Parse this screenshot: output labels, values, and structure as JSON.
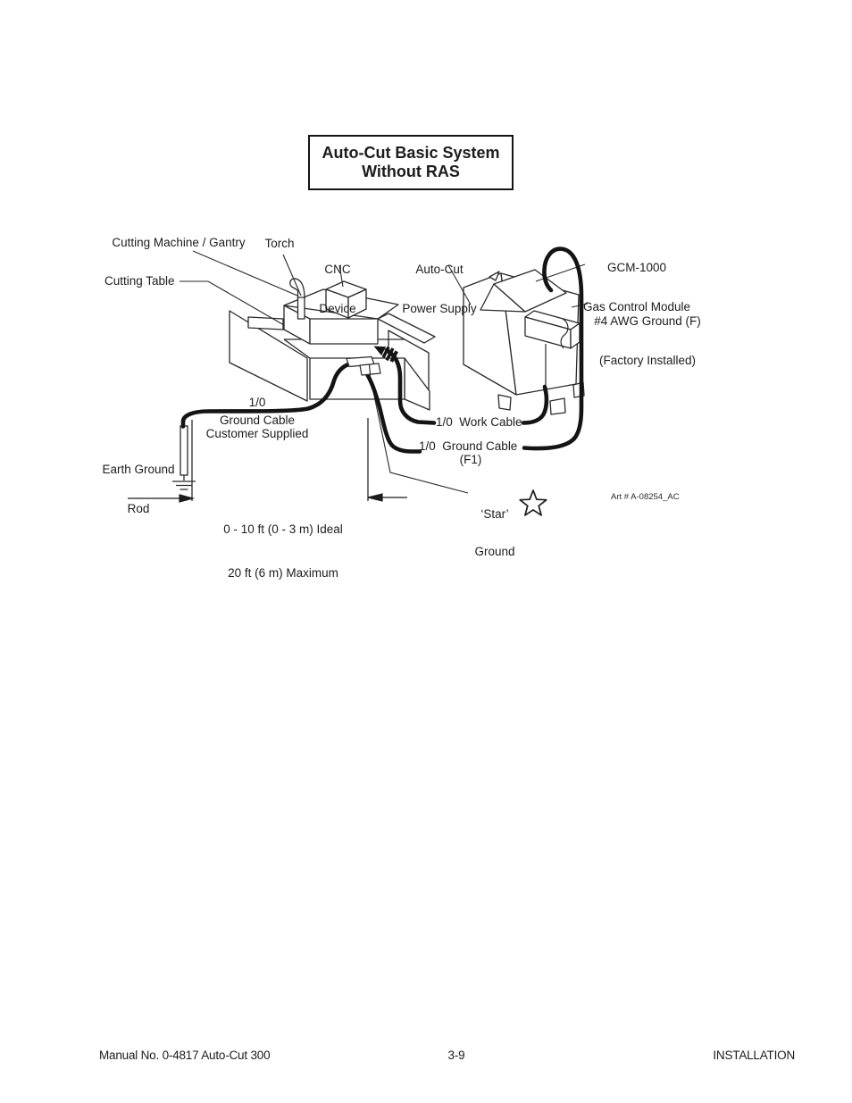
{
  "title": {
    "line1": "Auto-Cut Basic System",
    "line2": "Without RAS"
  },
  "labels": {
    "cutting_machine_gantry": "Cutting Machine / Gantry",
    "torch": "Torch",
    "cnc_device": {
      "line1": "CNC",
      "line2": "Device"
    },
    "auto_cut_power_supply": {
      "line1": "Auto-Cut",
      "line2": "Power Supply"
    },
    "gcm_1000": {
      "line1": "GCM-1000",
      "line2": "Gas Control Module"
    },
    "cutting_table": "Cutting Table",
    "awg_ground": {
      "line1": "#4 AWG Ground (F)",
      "line2": "(Factory Installed)"
    },
    "ground_cable_customer": {
      "line1": "1/0",
      "line2": "Ground Cable",
      "line3": "Customer Supplied"
    },
    "earth_ground_rod": {
      "line1": "Earth Ground",
      "line2": "Rod"
    },
    "work_cable": "1/0  Work Cable",
    "ground_cable_f1": {
      "line1": "1/0  Ground Cable",
      "line2": "(F1)"
    },
    "dimension": {
      "line1": "0 - 10 ft (0 - 3 m) Ideal",
      "line2": "20 ft (6 m) Maximum"
    },
    "star_ground": {
      "line1": "‘Star’",
      "line2": "Ground"
    },
    "art_number": "Art # A-08254_AC"
  },
  "footer": {
    "manual_no": "Manual No. 0-4817 Auto-Cut 300",
    "page_number": "3-9",
    "section": "INSTALLATION"
  },
  "colors": {
    "ink": "#1c1c1c",
    "cable": "#141414",
    "paper": "#ffffff"
  }
}
